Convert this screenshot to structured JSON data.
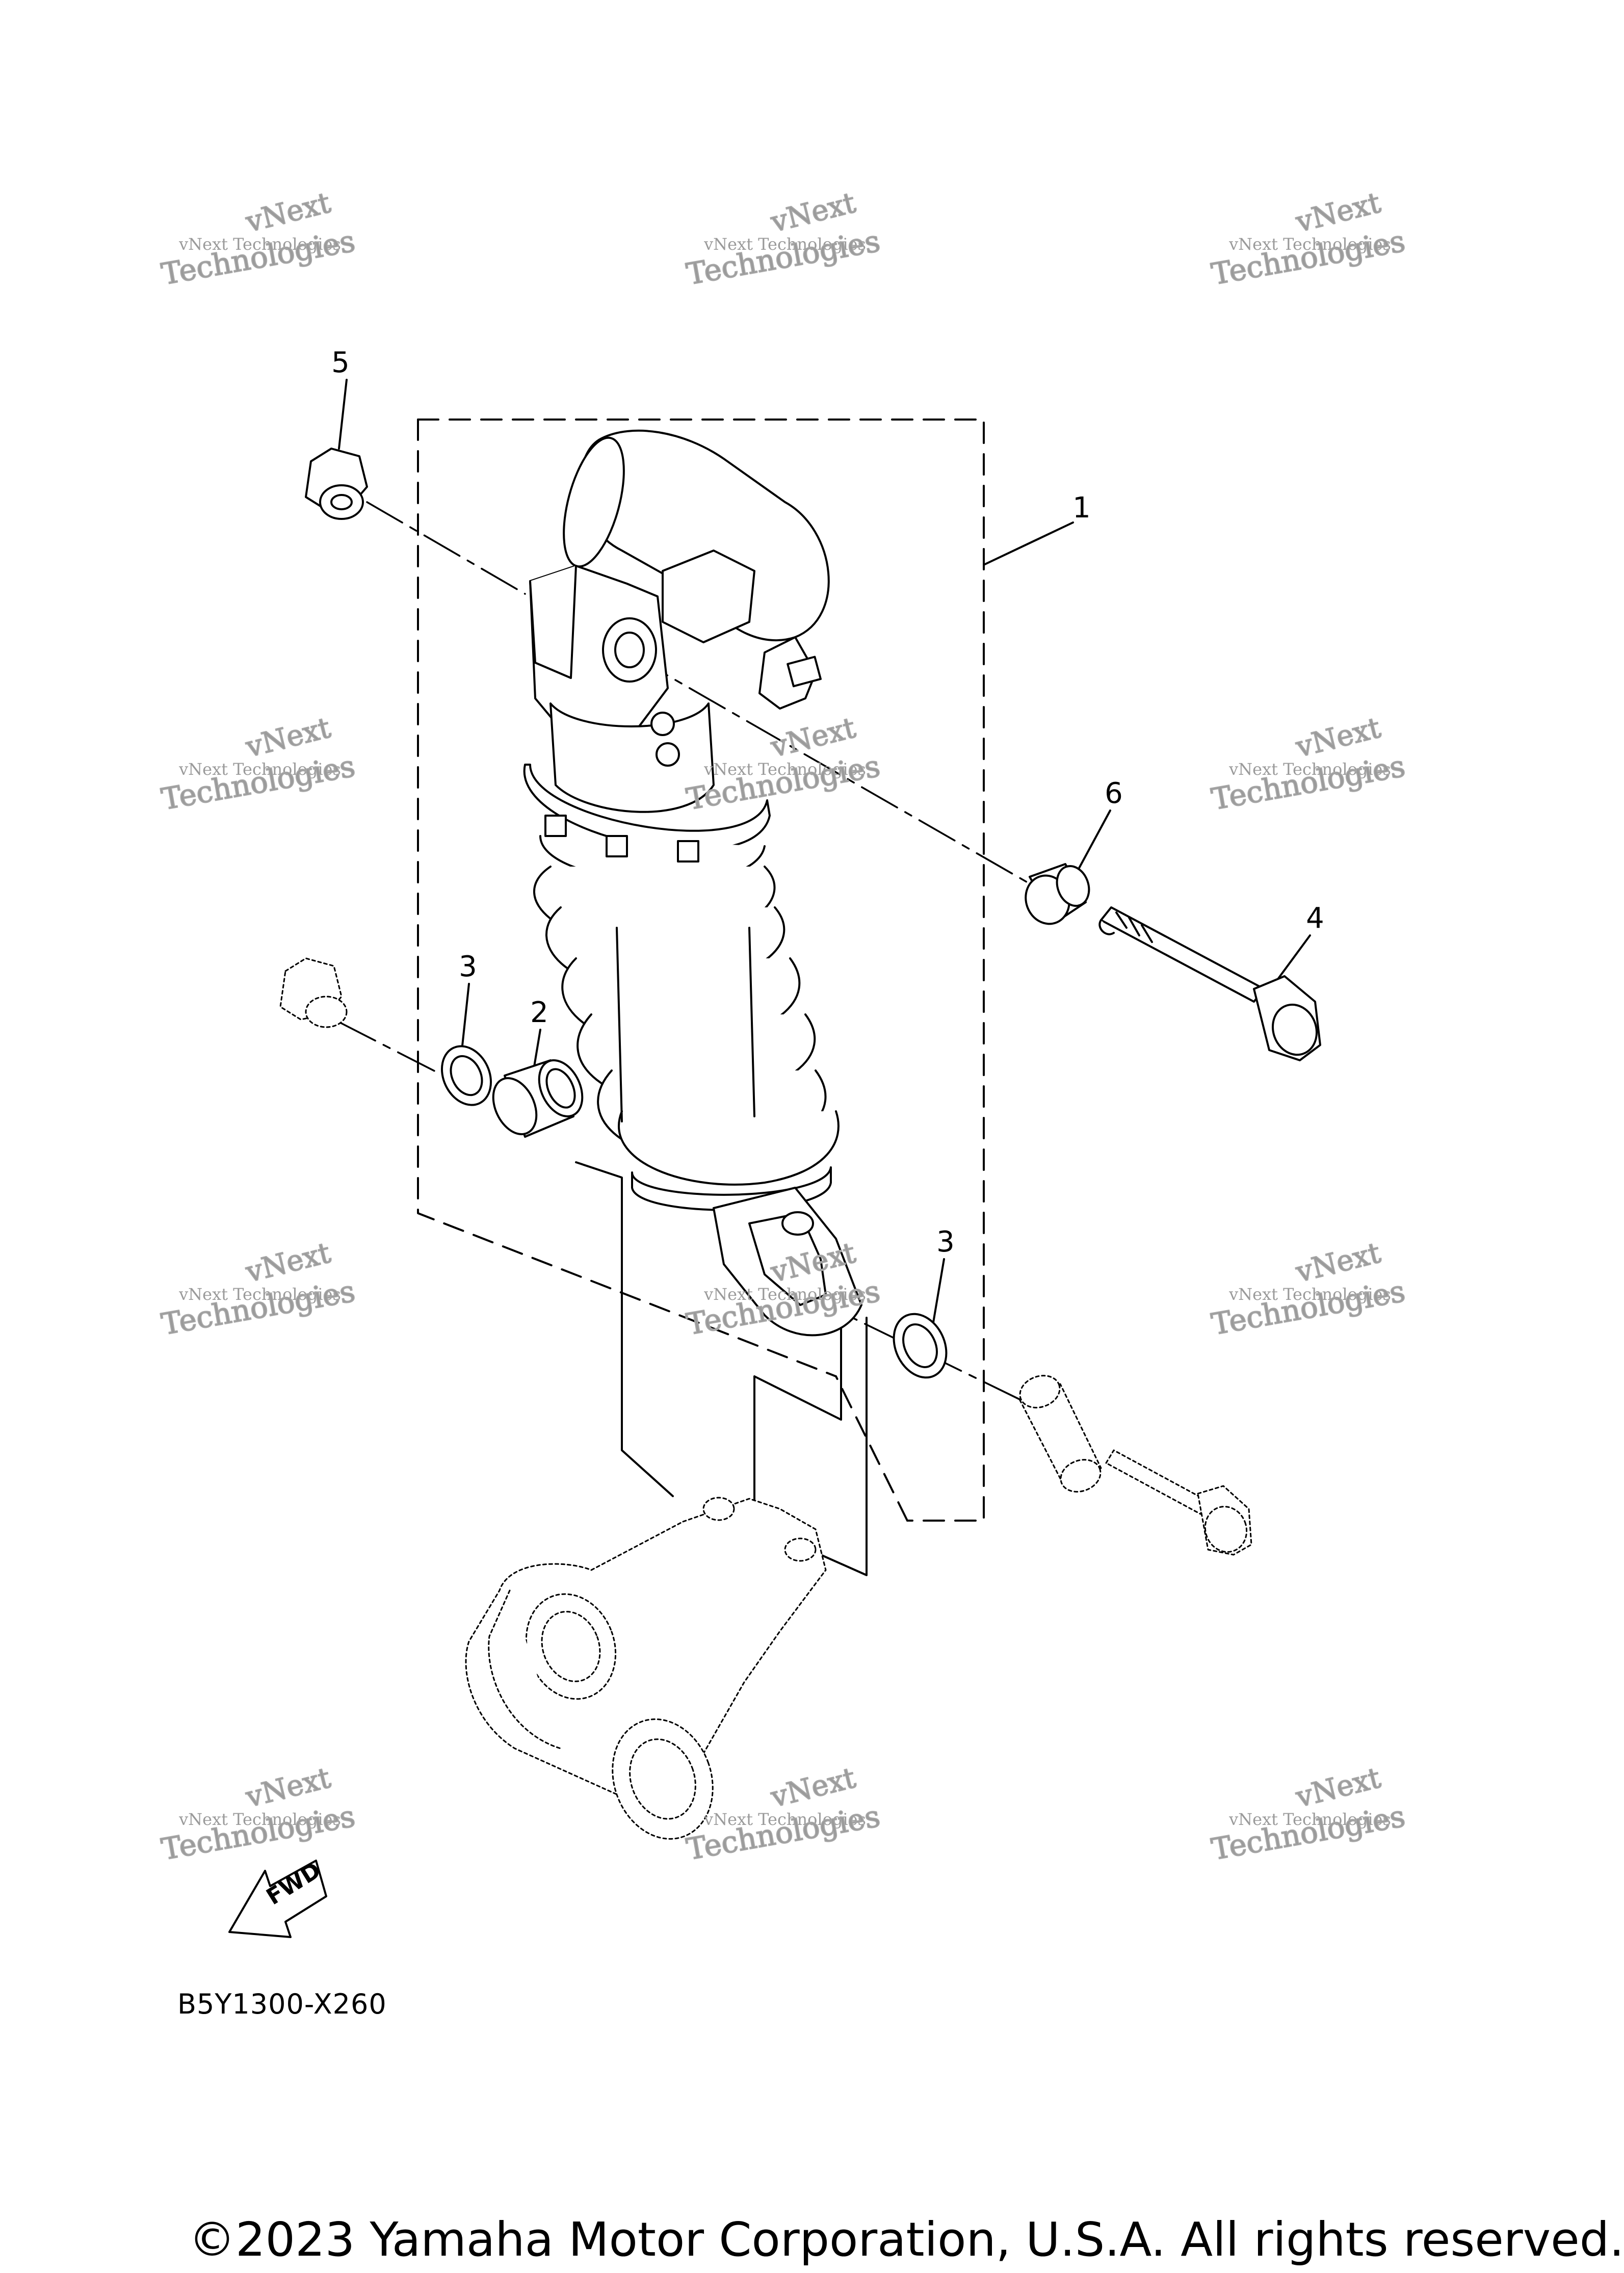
{
  "diagram": {
    "part_numbers": [
      "1",
      "2",
      "3",
      "3",
      "4",
      "5",
      "6"
    ],
    "diagram_code": "B5Y1300-X260",
    "fwd_label": "FWD",
    "watermark": {
      "line1": "vNext",
      "line2": "vNext Technologies",
      "line3": "Technologies"
    },
    "copyright": "©2023 Yamaha Motor Corporation, U.S.A. All rights reserved."
  }
}
